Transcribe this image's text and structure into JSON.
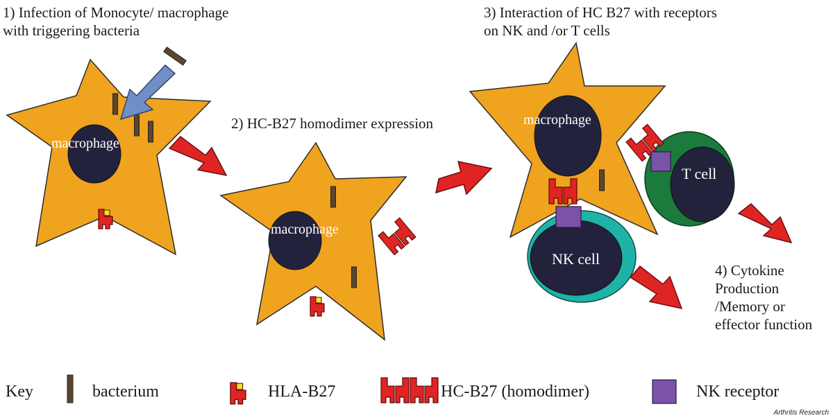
{
  "steps": {
    "step1_line1": "1) Infection of Monocyte/ macrophage",
    "step1_line2": "with triggering bacteria",
    "step2": "2) HC-B27 homodimer expression",
    "step3_line1": "3) Interaction of HC B27 with receptors",
    "step3_line2": "on NK and /or T cells",
    "step4_line1": "4) Cytokine",
    "step4_line2": "Production",
    "step4_line3": "/Memory or",
    "step4_line4": "effector function"
  },
  "cells": {
    "macrophage_label": "macrophage",
    "nk_label": "NK cell",
    "t_label": "T cell"
  },
  "key": {
    "title": "Key",
    "items": [
      {
        "label": "bacterium",
        "icon": "bacterium-icon"
      },
      {
        "label": "HLA-B27",
        "icon": "hla-b27-icon"
      },
      {
        "label": "HC-B27 (homodimer)",
        "icon": "hc-b27-homodimer-icon"
      },
      {
        "label": "NK receptor",
        "icon": "nk-receptor-icon"
      }
    ]
  },
  "credit": "Arthritis Research",
  "colors": {
    "macrophage": "#f0a31f",
    "nucleus": "#23223d",
    "bacterium": "#5b4631",
    "receptor_red": "#e02424",
    "nk_receptor": "#7a52a8",
    "nk_cell": "#1fb3a8",
    "t_cell": "#1c7a3c",
    "arrow_blue": "#6f8fc6"
  }
}
